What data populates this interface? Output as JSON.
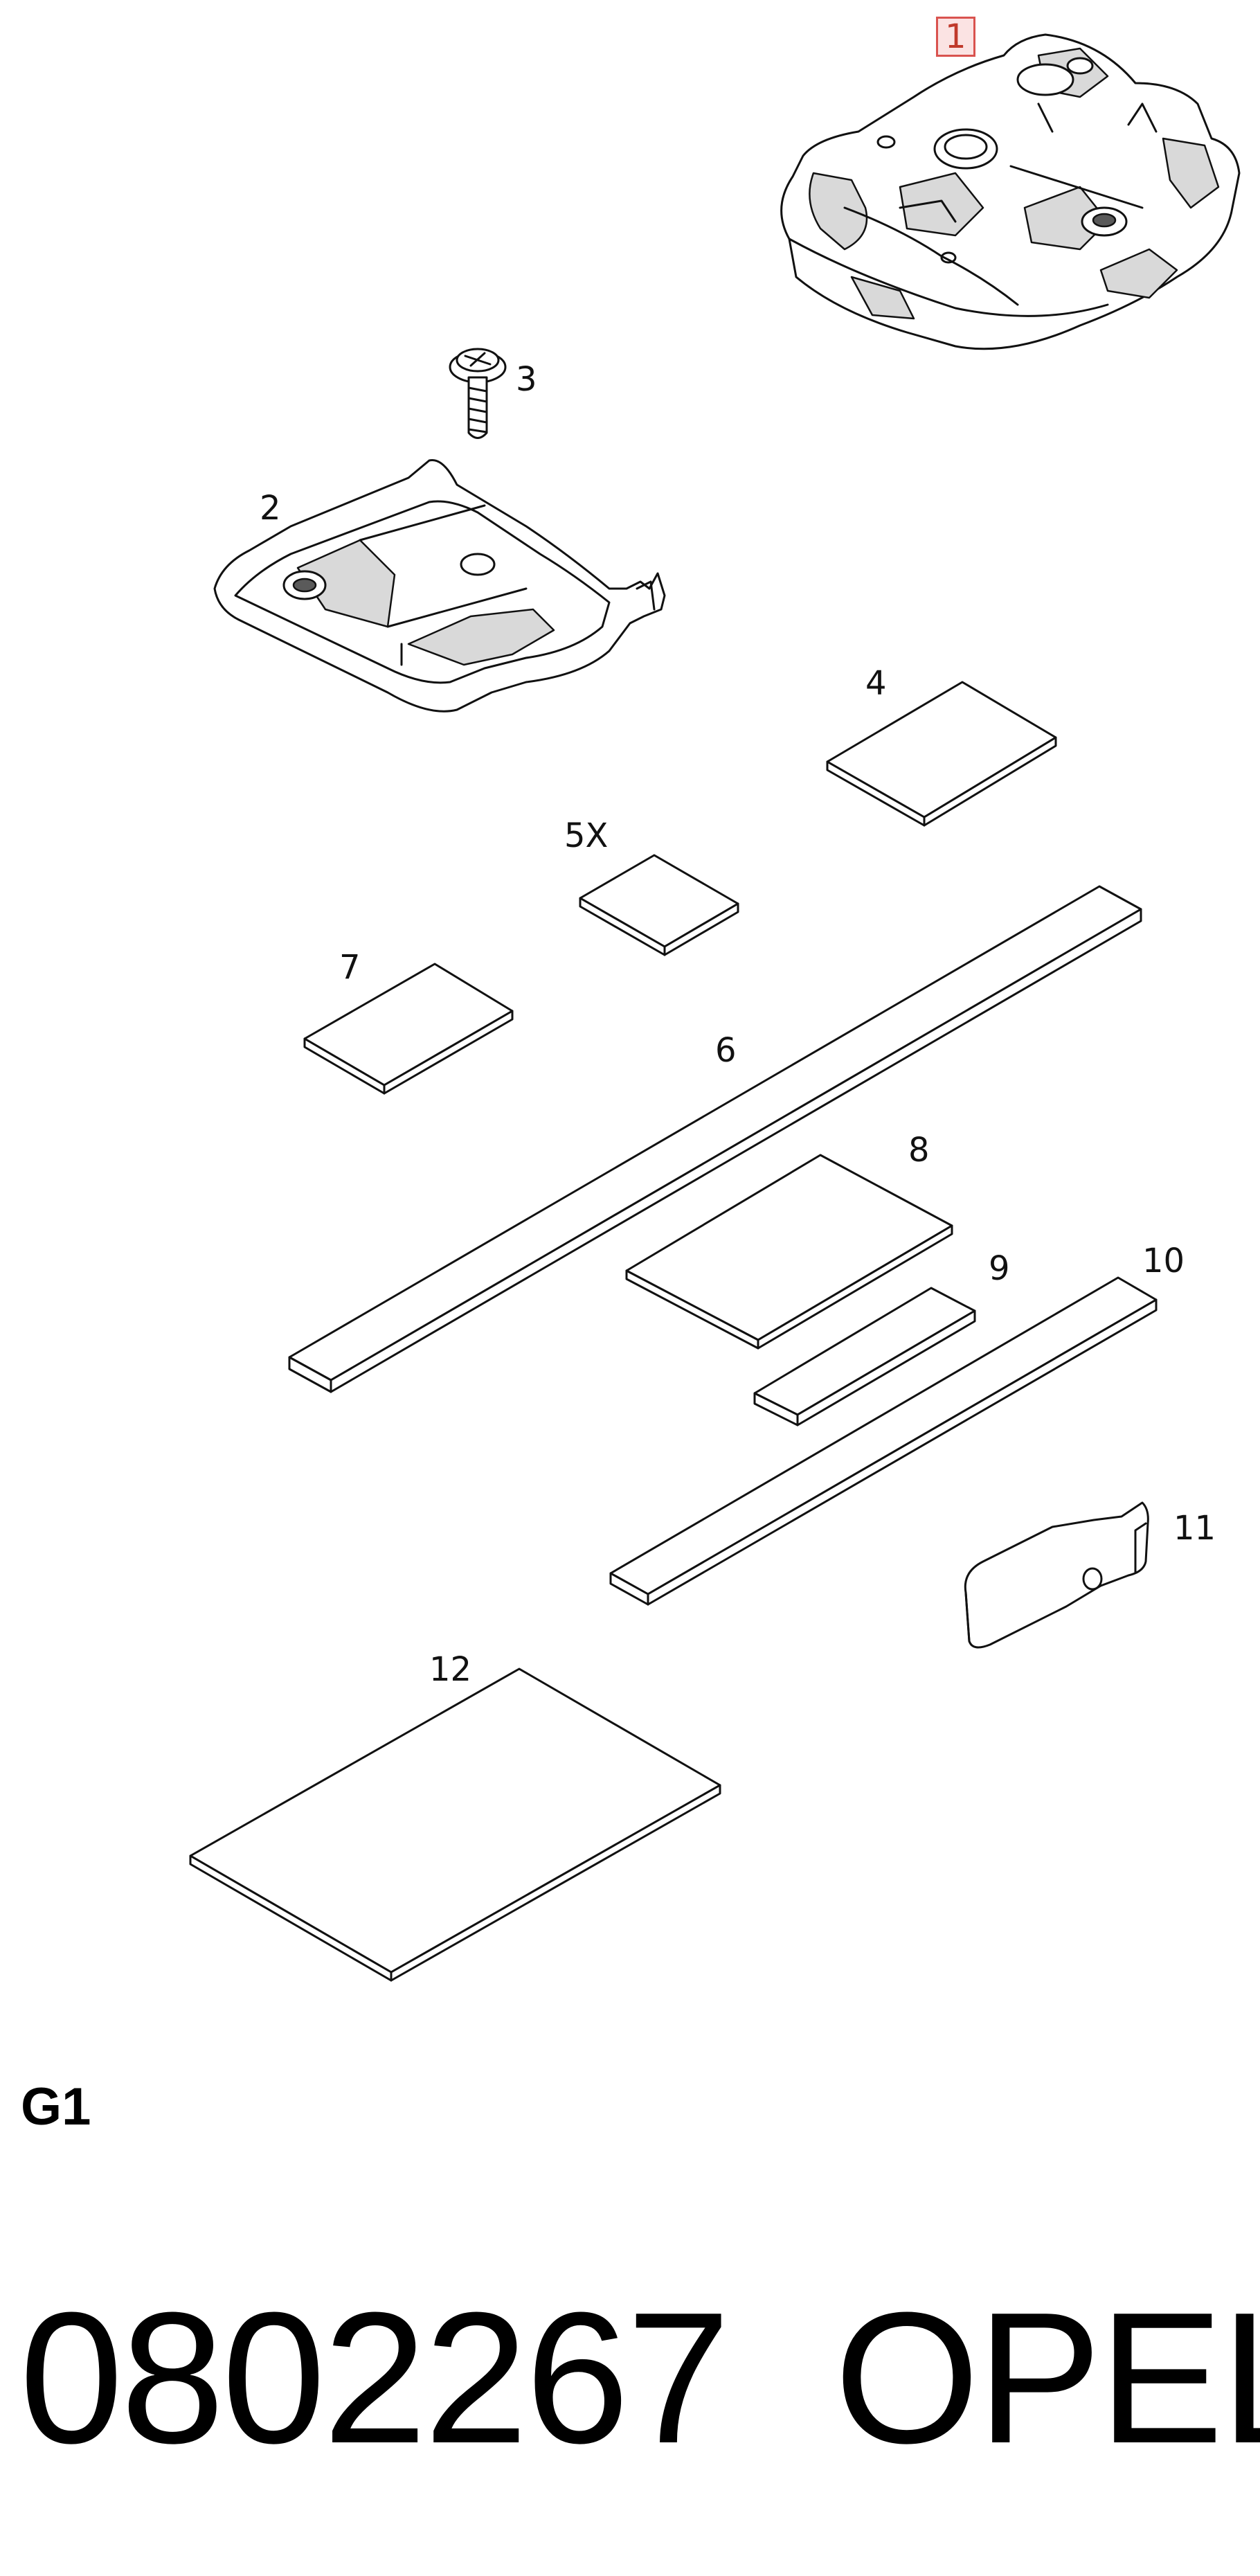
{
  "parts": {
    "p1": "1",
    "p2": "2",
    "p3": "3",
    "p4": "4",
    "p5": "5X",
    "p6": "6",
    "p7": "7",
    "p8": "8",
    "p9": "9",
    "p10": "10",
    "p11": "11",
    "p12": "12"
  },
  "section_code": "G1",
  "part_number": "0802267",
  "brand": "OPEL",
  "colors": {
    "callout_border": "#d9534f",
    "callout_fill": "#fbe3e3",
    "line": "#111111"
  }
}
